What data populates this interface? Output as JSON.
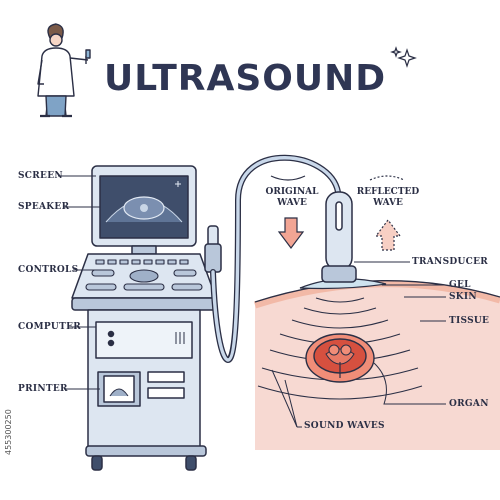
{
  "title": "ULTRASOUND",
  "labels": {
    "screen": "SCREEN",
    "speaker": "SPEAKER",
    "controls": "CONTROLS",
    "computer": "COMPUTER",
    "printer": "PRINTER",
    "original_wave_line1": "ORIGINAL",
    "original_wave_line2": "WAVE",
    "reflected_wave_line1": "REFLECTED",
    "reflected_wave_line2": "WAVE",
    "transducer": "TRANSDUCER",
    "gel": "GEL",
    "skin": "SKIN",
    "tissue": "TISSUE",
    "organ": "ORGAN",
    "sound_waves": "SOUND WAVES"
  },
  "stock_id": "455300250",
  "colors": {
    "outline": "#2b2f45",
    "machine": "#dde6f1",
    "machine_dark": "#b9c7da",
    "screen": "#3f4e6b",
    "tissue": "#f7d9d2",
    "skin": "#f2b9a7",
    "organ": "#d6503f",
    "gel": "#cfe3ef",
    "arrow_down": "#f2a594",
    "arrow_up": "#f7cfc4"
  }
}
